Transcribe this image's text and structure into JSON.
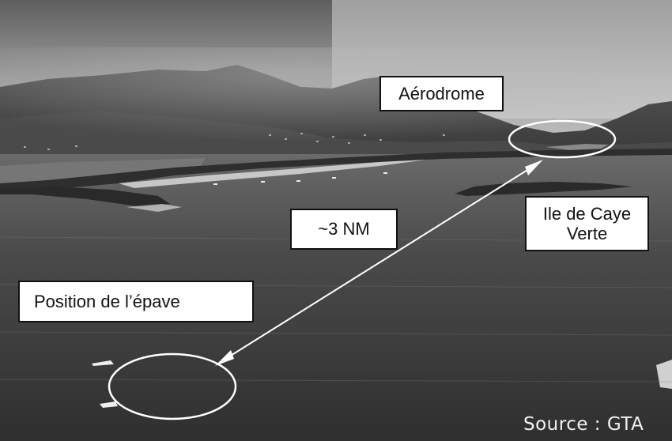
{
  "labels": {
    "aerodrome": "Aérodrome",
    "island_line1": "Ile de Caye",
    "island_line2": "Verte",
    "distance": "~3 NM",
    "wreck": "Position de l’épave"
  },
  "source": "Source : GTA",
  "colors": {
    "sky": "#9a9a9a",
    "sea": "#3e3e3e",
    "annotation": "#ffffff"
  },
  "icons": {
    "arrow": "double-headed-arrow",
    "zones": "ellipse-outline"
  }
}
